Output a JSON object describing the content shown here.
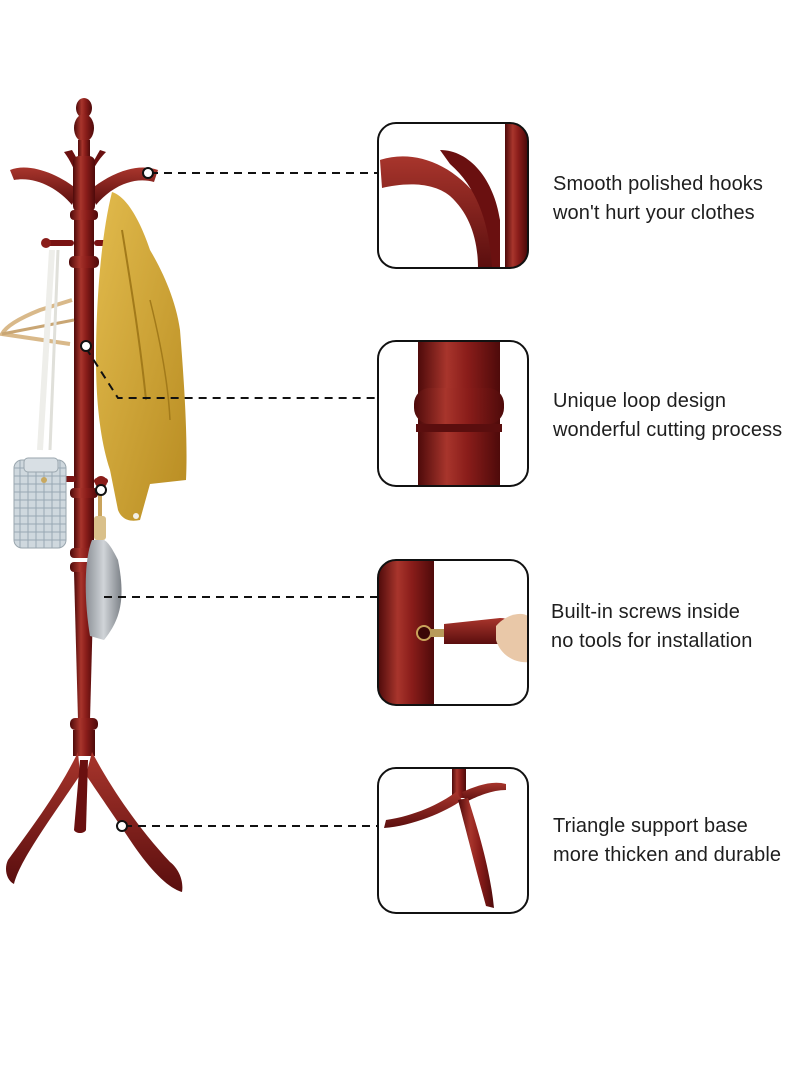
{
  "features": [
    {
      "line1": "Smooth polished hooks",
      "line2": "won't hurt your clothes",
      "detail": "hooks"
    },
    {
      "line1": "Unique loop design",
      "line2": "wonderful cutting process",
      "detail": "loop"
    },
    {
      "line1": "Built-in screws inside",
      "line2": "no tools for installation",
      "detail": "screw"
    },
    {
      "line1": "Triangle support base",
      "line2": "more thicken and durable",
      "detail": "base"
    }
  ],
  "colors": {
    "wood": "#7a1414",
    "wood_light": "#a8352c",
    "wood_dark": "#4e0a0a",
    "coat": "#d4a93a",
    "umbrella": "#a9adb3",
    "bag": "#c9d2d9",
    "hanger": "#d9b98a",
    "text": "#1e1e1e",
    "callout_border": "#111111"
  },
  "icons": [
    "coat-rack-image",
    "coat-image",
    "handbag-image",
    "umbrella-image",
    "hanger-image"
  ]
}
